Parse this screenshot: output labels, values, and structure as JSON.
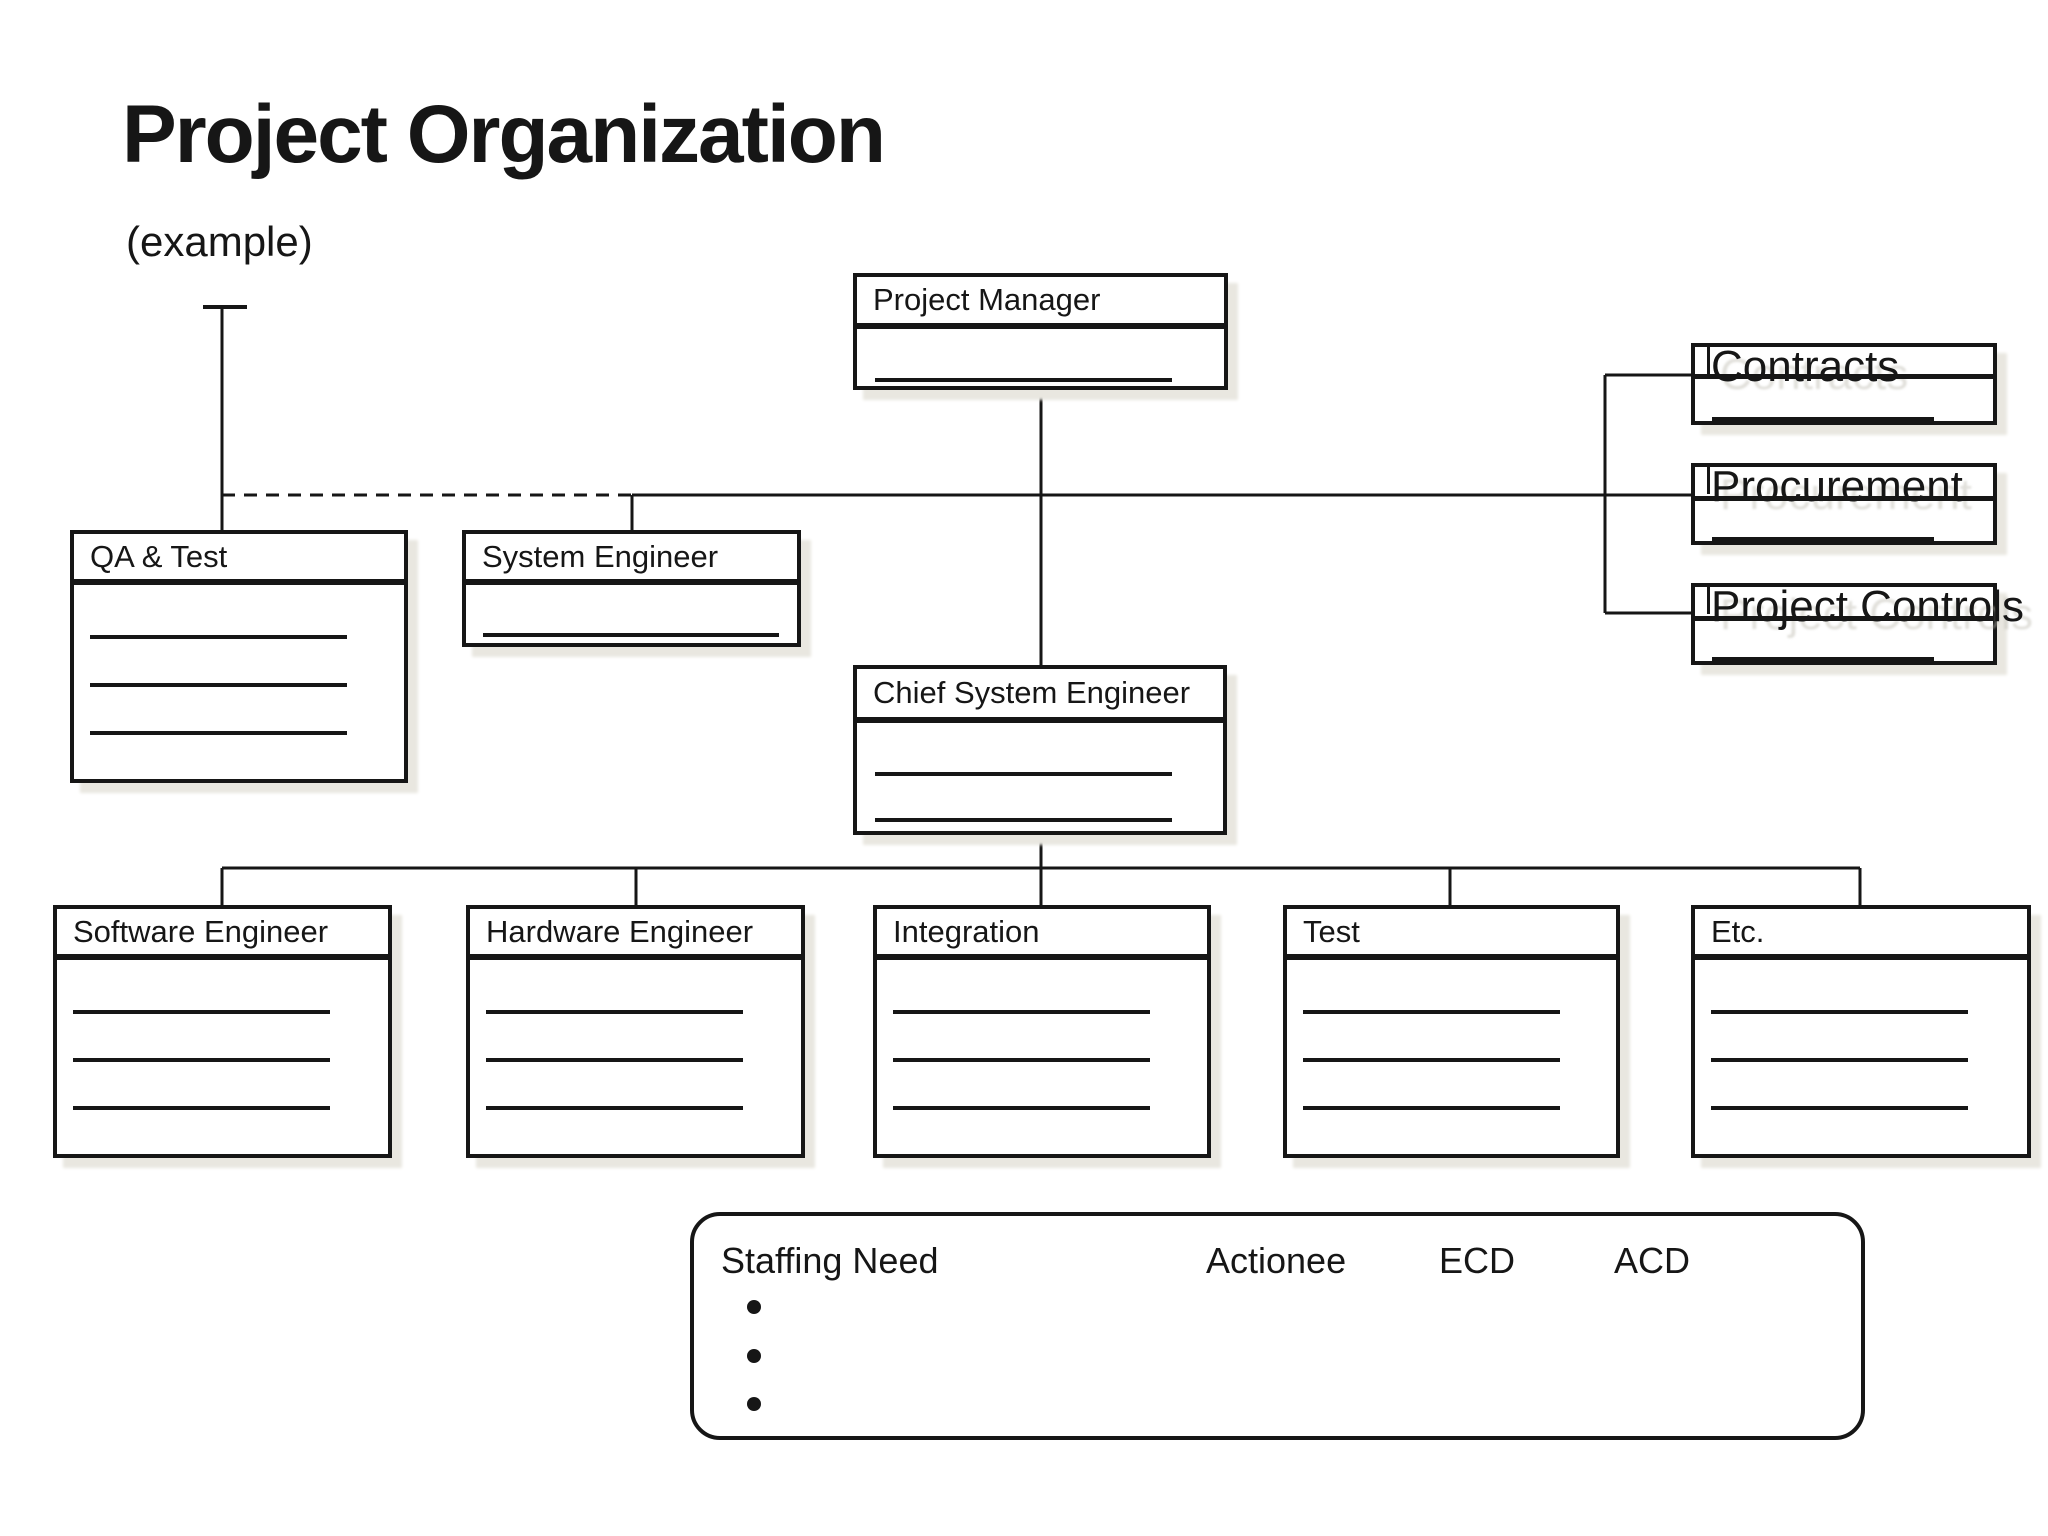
{
  "slide": {
    "title": "Project Organization",
    "subtitle": "(example)"
  },
  "boxes": {
    "project_manager": {
      "label": "Project Manager"
    },
    "qa_test": {
      "label": "QA & Test"
    },
    "system_engineer": {
      "label": "System Engineer"
    },
    "chief_system_engineer": {
      "label": "Chief System Engineer"
    },
    "software_engineer": {
      "label": "Software Engineer"
    },
    "hardware_engineer": {
      "label": "Hardware Engineer"
    },
    "integration": {
      "label": "Integration"
    },
    "test": {
      "label": "Test"
    },
    "etc": {
      "label": "Etc."
    },
    "contracts": {
      "label": "Contracts"
    },
    "procurement": {
      "label": "Procurement"
    },
    "project_controls": {
      "label": "Project Controls"
    }
  },
  "staffing": {
    "title": "Staffing Need",
    "columns": [
      "Actionee",
      "ECD",
      "ACD"
    ],
    "bullet_count": 3
  },
  "colors": {
    "ink": "#161616",
    "background": "#ffffff",
    "shadow": "#e9e7e0"
  }
}
